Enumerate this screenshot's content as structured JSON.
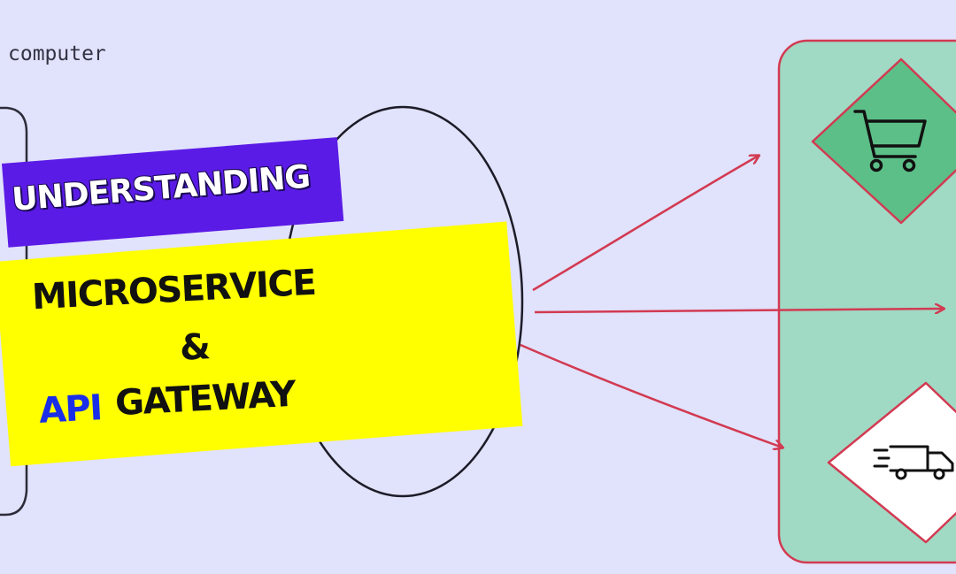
{
  "node_label": "computer",
  "banner": {
    "line1": "UNDERSTANDING",
    "line2": "MICROSERVICE",
    "line3": "&",
    "line4_accent": "API",
    "line4_rest": "GATEWAY"
  },
  "icons": [
    "shopping-cart-icon",
    "delivery-truck-icon"
  ],
  "colors": {
    "background": "#e1e2fb",
    "arrow": "#d23a52",
    "service_panel": "#a0d9c4",
    "cart_diamond": "#5dbf88",
    "banner_purple": "#5b1be6",
    "banner_yellow": "#ffff00",
    "api_text": "#1a2ee8"
  }
}
